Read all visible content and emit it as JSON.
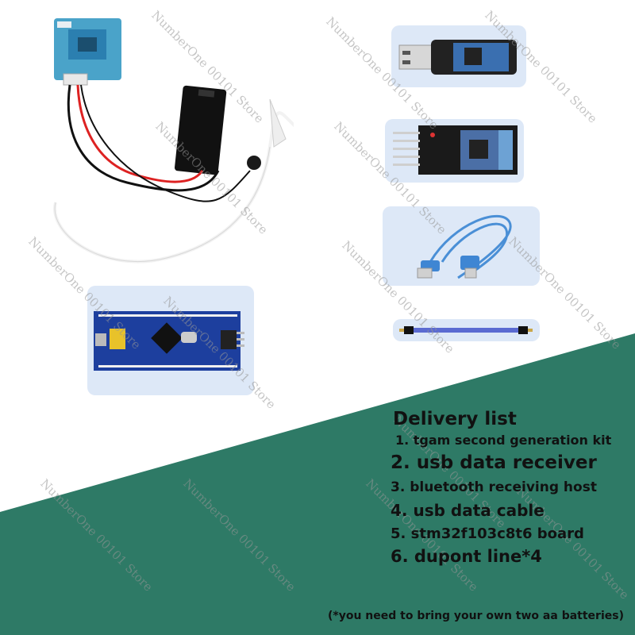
{
  "watermark_text": "NumberOne 00101 Store",
  "delivery": {
    "title": "Delivery list",
    "items": [
      "1. tgam second generation kit",
      "2. usb data receiver",
      "3. bluetooth receiving host",
      "4. usb data cable",
      "5. stm32f103c8t6 board",
      "6. dupont line*4"
    ],
    "note": "(*you need to bring your own two aa batteries)"
  },
  "colors": {
    "background_green": "#2e7a66",
    "panel": "#dde8f7",
    "pcb_blue": "#1d3f9e",
    "cable_blue": "#4a8fd6"
  }
}
